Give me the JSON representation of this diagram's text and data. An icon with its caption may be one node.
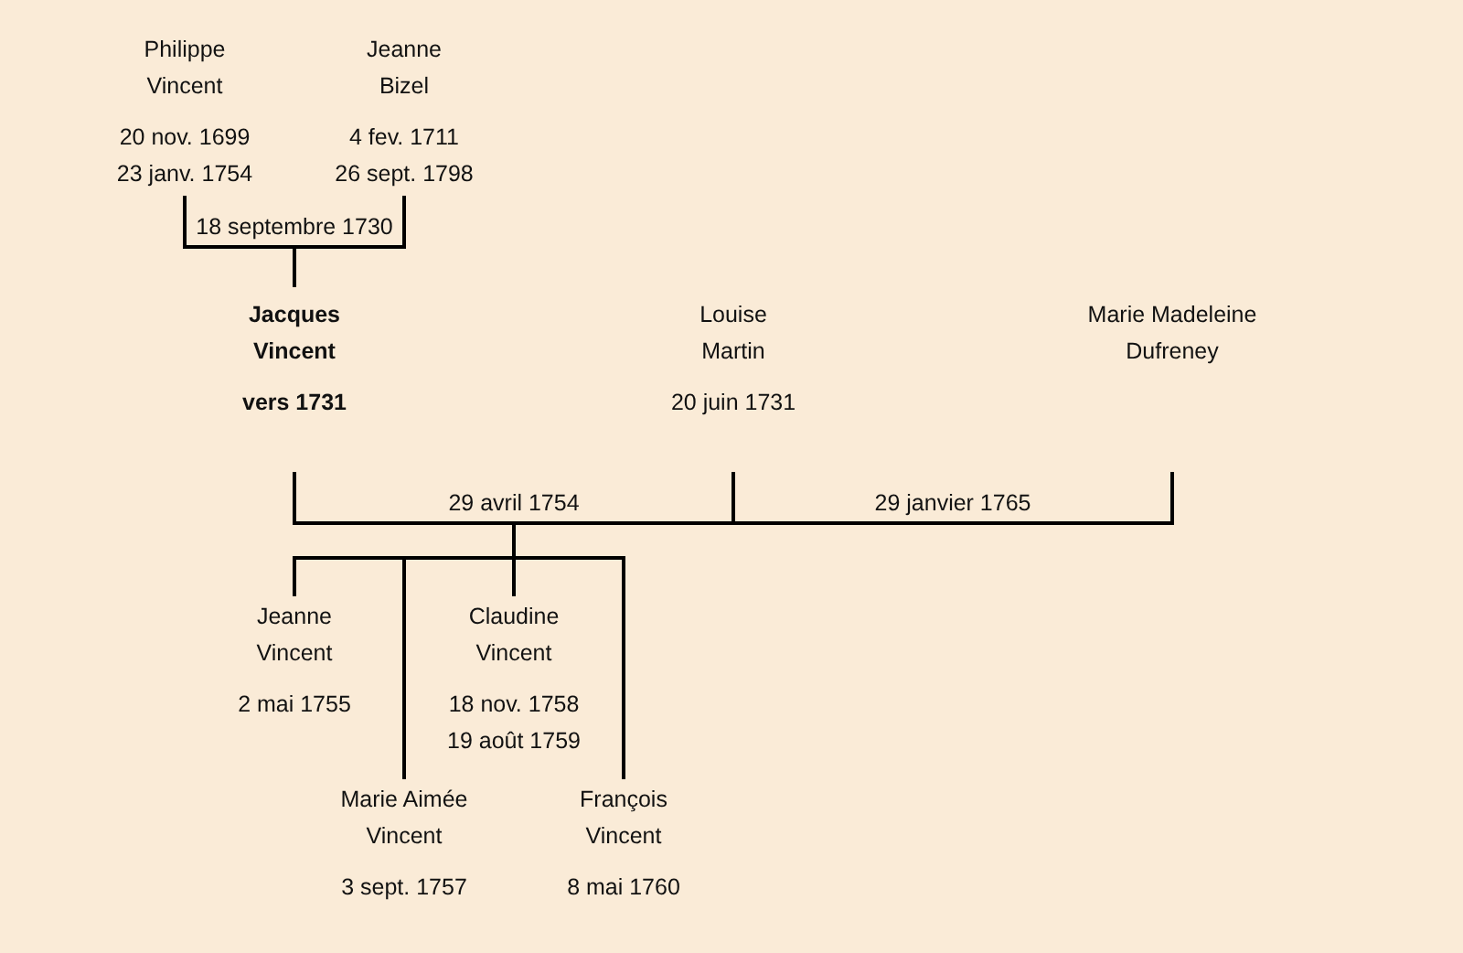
{
  "diagram": {
    "nodes": [
      {
        "text": [
          "Philippe Vincent",
          "20 nov. 1699",
          "23 janv. 1754"
        ]
      },
      {
        "text": [
          "Jeanne Bizel",
          "4 fev. 1711",
          "26 sept. 1798"
        ]
      },
      {
        "text": [
          "Jacques Vincent",
          "vers 1731"
        ]
      },
      {
        "text": [
          "Louise Martin",
          "20 juin 1731"
        ]
      },
      {
        "text": [
          "Marie Madeleine Dufreney"
        ]
      },
      {
        "text": [
          "Jeanne Vincent",
          "2 mai 1755"
        ]
      },
      {
        "text": [
          "Claudine Vincent",
          "18 nov. 1758",
          "19 août 1759"
        ]
      },
      {
        "text": [
          "Marie Aimée Vincent",
          "3 sept. 1757"
        ]
      },
      {
        "text": [
          "François Vincent",
          "8 mai 1760"
        ]
      }
    ],
    "edges": [
      {
        "from": 0,
        "to": 1,
        "arrow": "none",
        "label": "18 septembre 1730"
      },
      {
        "from": 0,
        "to": 2,
        "arrow": "none"
      },
      {
        "from": 1,
        "to": 2,
        "arrow": "none"
      },
      {
        "from": 2,
        "to": 3,
        "arrow": "none",
        "label": "29 avril 1754"
      },
      {
        "from": 3,
        "to": 4,
        "arrow": "none",
        "label": "29 janvier 1765"
      },
      {
        "from": 2,
        "to": 5,
        "arrow": "none"
      },
      {
        "from": 2,
        "to": 6,
        "arrow": "none"
      },
      {
        "from": 2,
        "to": 7,
        "arrow": "none"
      },
      {
        "from": 2,
        "to": 8,
        "arrow": "none"
      },
      {
        "from": 3,
        "to": 5,
        "arrow": "none"
      },
      {
        "from": 3,
        "to": 6,
        "arrow": "none"
      },
      {
        "from": 3,
        "to": 7,
        "arrow": "none"
      },
      {
        "from": 3,
        "to": 8,
        "arrow": "none"
      }
    ]
  }
}
